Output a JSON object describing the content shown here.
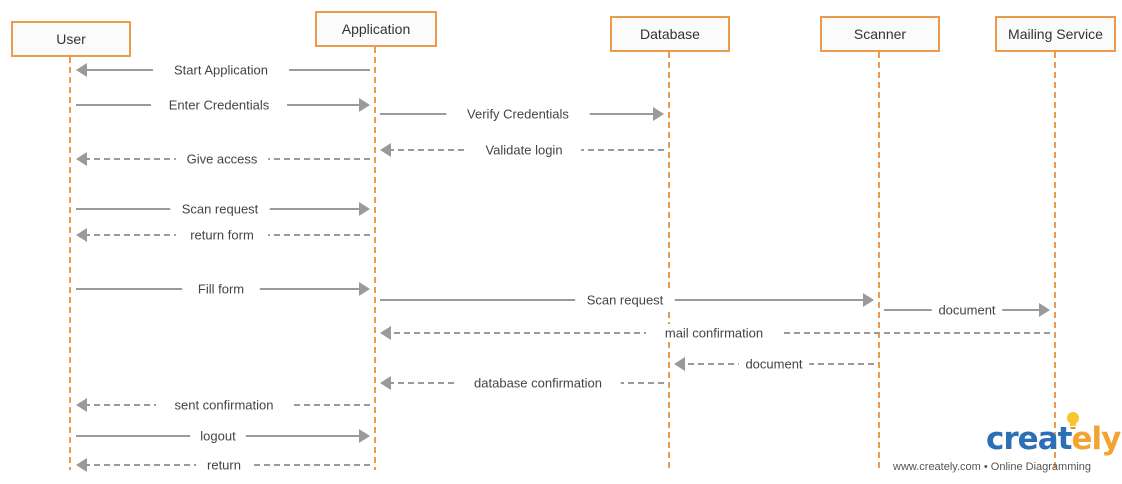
{
  "colors": {
    "lifeline": "#ec9a4c",
    "message": "#9a9a9a",
    "text": "#444444",
    "brand_blue": "#2d6fb7",
    "brand_orange": "#f2a330"
  },
  "actors": [
    {
      "id": "user",
      "label": "User"
    },
    {
      "id": "application",
      "label": "Application"
    },
    {
      "id": "database",
      "label": "Database"
    },
    {
      "id": "scanner",
      "label": "Scanner"
    },
    {
      "id": "mailing",
      "label": "Mailing Service"
    }
  ],
  "messages": [
    {
      "from": "application",
      "to": "user",
      "label": "Start Application",
      "style": "solid"
    },
    {
      "from": "user",
      "to": "application",
      "label": "Enter Credentials",
      "style": "solid"
    },
    {
      "from": "application",
      "to": "database",
      "label": "Verify Credentials",
      "style": "solid"
    },
    {
      "from": "database",
      "to": "application",
      "label": "Validate login",
      "style": "dashed"
    },
    {
      "from": "application",
      "to": "user",
      "label": "Give access",
      "style": "dashed"
    },
    {
      "from": "user",
      "to": "application",
      "label": "Scan request",
      "style": "solid"
    },
    {
      "from": "application",
      "to": "user",
      "label": "return form",
      "style": "dashed"
    },
    {
      "from": "user",
      "to": "application",
      "label": "Fill form",
      "style": "solid"
    },
    {
      "from": "application",
      "to": "scanner",
      "label": "Scan request",
      "style": "solid"
    },
    {
      "from": "scanner",
      "to": "mailing",
      "label": "document",
      "style": "solid"
    },
    {
      "from": "mailing",
      "to": "application",
      "label": "mail confirmation",
      "style": "dashed"
    },
    {
      "from": "scanner",
      "to": "database",
      "label": "document",
      "style": "dashed"
    },
    {
      "from": "database",
      "to": "application",
      "label": "database confirmation",
      "style": "dashed"
    },
    {
      "from": "application",
      "to": "user",
      "label": "sent confirmation",
      "style": "dashed"
    },
    {
      "from": "user",
      "to": "application",
      "label": "logout",
      "style": "solid"
    },
    {
      "from": "application",
      "to": "user",
      "label": "return",
      "style": "dashed"
    }
  ],
  "branding": {
    "logo_main": "creat",
    "logo_accent": "ely",
    "tagline": "www.creately.com • Online Diagramming"
  }
}
